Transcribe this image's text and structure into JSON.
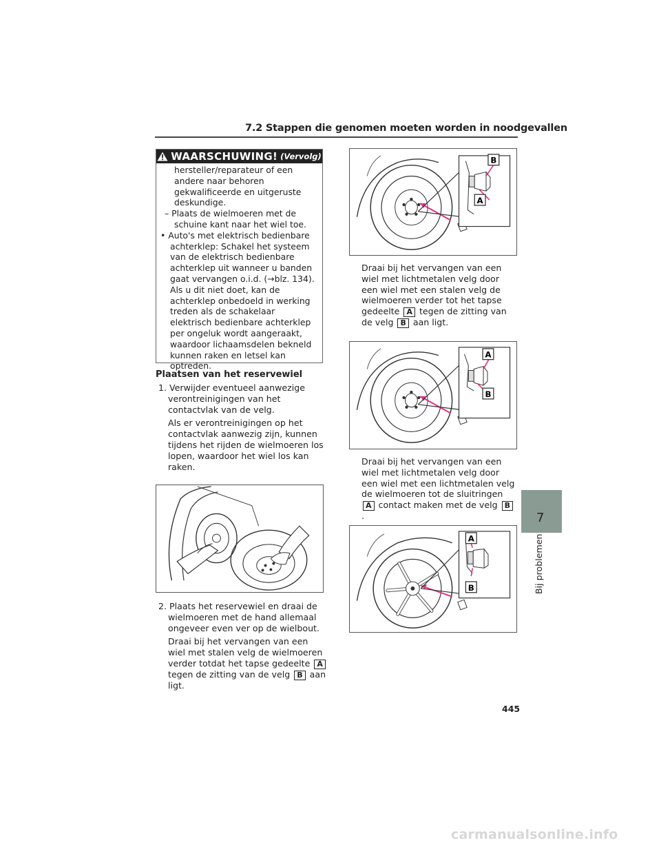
{
  "header": {
    "section": "7.2 Stappen die genomen moeten worden in noodgevallen"
  },
  "warning": {
    "title": "WAARSCHUWING!",
    "continued": "(Vervolg)",
    "line1": "hersteller/reparateur of een andere naar behoren gekwalificeerde en uitgeruste deskundige.",
    "line2": "– Plaats de wielmoeren met de schuine kant naar het wiel toe.",
    "line3": "• Auto's met elektrisch bedienbare achterklep: Schakel het systeem van de elektrisch bedienbare achterklep uit wanneer u banden gaat vervangen o.i.d. (→blz. 134). Als u dit niet doet, kan de achterklep onbedoeld in werking treden als de schakelaar elektrisch bedienbare achterklep per ongeluk wordt aangeraakt, waardoor lichaamsdelen bekneld kunnen raken en letsel kan optreden."
  },
  "section": {
    "title": "Plaatsen van het reservewiel"
  },
  "step1": {
    "text": "1. Verwijder eventueel aanwezige verontreinigingen van het contactvlak van de velg.",
    "note": "Als er verontreinigingen op het contactvlak aanwezig zijn, kunnen tijdens het rijden de wielmoeren los lopen, waardoor het wiel los kan raken."
  },
  "step2": {
    "text": "2. Plaats het reservewiel en draai de wielmoeren met de hand allemaal ongeveer even ver op de wielbout.",
    "note_a": "Draai bij het vervangen van een wiel met stalen velg de wielmoeren verder totdat het tapse gedeelte",
    "note_b": "tegen de zitting van de velg",
    "note_c": "aan ligt."
  },
  "right1": {
    "a": "Draai bij het vervangen van een wiel met lichtmetalen velg door een wiel met een stalen velg de wielmoeren verder tot het tapse gedeelte",
    "b": "tegen de zitting van de velg",
    "c": "aan ligt."
  },
  "right2": {
    "a": "Draai bij het vervangen van een wiel met lichtmetalen velg door een wiel met een lichtmetalen velg de wielmoeren tot de sluitringen",
    "b": "contact maken met de velg",
    "c": "."
  },
  "labels": {
    "a": "A",
    "b": "B"
  },
  "chapter": {
    "number": "7",
    "title": "Bij problemen"
  },
  "page": {
    "number": "445"
  },
  "watermark": "carmanualsonline.info",
  "colors": {
    "tab": "#8a9b94",
    "arrow": "#e0307f"
  }
}
